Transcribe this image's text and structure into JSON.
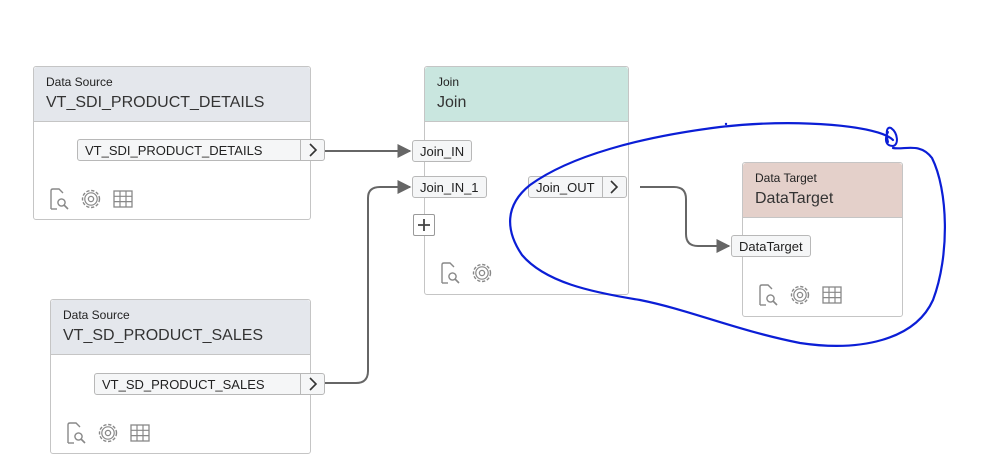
{
  "colors": {
    "source_header": "#e4e7ec",
    "join_header": "#c9e6df",
    "target_header": "#e4d0ca",
    "connector": "#666666",
    "annotation": "#0b1ed6"
  },
  "nodes": {
    "source1": {
      "type": "Data Source",
      "name": "VT_SDI_PRODUCT_DETAILS",
      "port": "VT_SDI_PRODUCT_DETAILS"
    },
    "source2": {
      "type": "Data Source",
      "name": "VT_SD_PRODUCT_SALES",
      "port": "VT_SD_PRODUCT_SALES"
    },
    "join": {
      "type": "Join",
      "name": "Join",
      "inputs": [
        "Join_IN",
        "Join_IN_1"
      ],
      "output": "Join_OUT"
    },
    "target": {
      "type": "Data Target",
      "name": "DataTarget",
      "port": "DataTarget"
    }
  },
  "icons": [
    "data-preview-icon",
    "gear-icon",
    "table-icon",
    "plus-icon",
    "chevron-right-icon"
  ]
}
